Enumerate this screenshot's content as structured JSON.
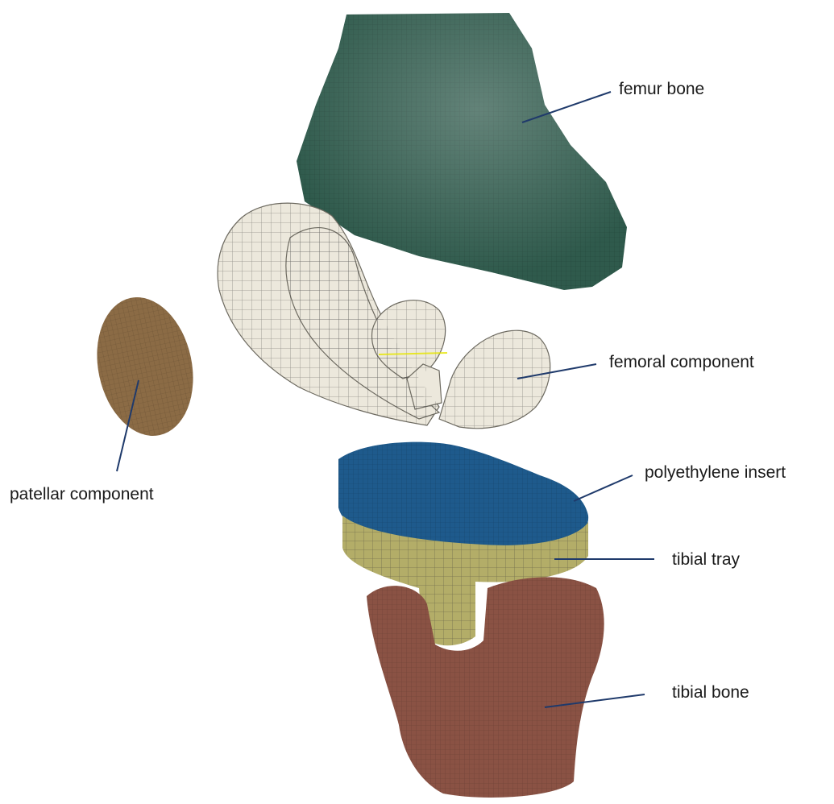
{
  "labels": {
    "femur_bone": "femur bone",
    "femoral_component": "femoral component",
    "patellar_component": "patellar component",
    "polyethylene_insert": "polyethylene insert",
    "tibial_tray": "tibial tray",
    "tibial_bone": "tibial bone"
  },
  "colors": {
    "femur_bone": "#2f5a4c",
    "femoral_component": "#ece8dc",
    "patellar_component": "#8b6b45",
    "polyethylene_insert": "#1e5a8c",
    "tibial_tray": "#b3ad68",
    "tibial_bone": "#8a5244",
    "leader_line": "#1f3a6b"
  }
}
